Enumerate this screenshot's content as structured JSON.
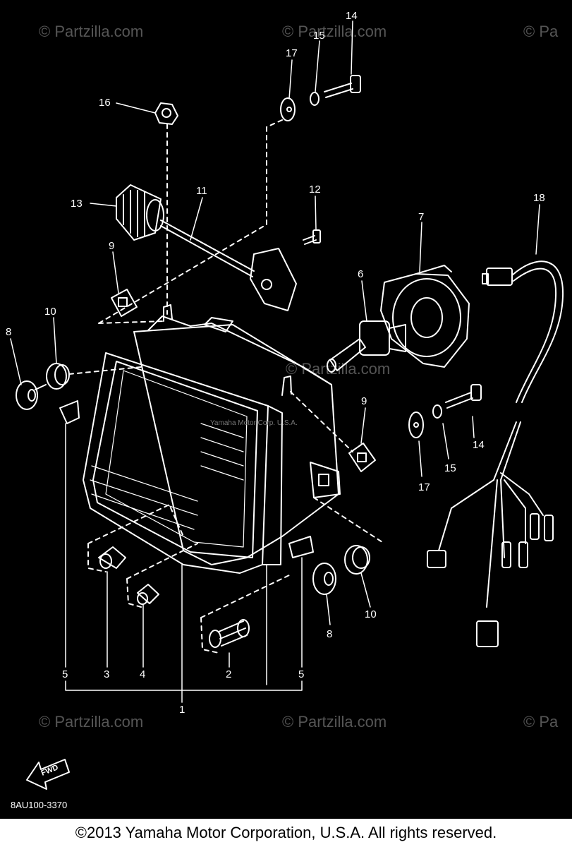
{
  "diagram": {
    "part_code": "8AU100-3370",
    "fwd_label": "FWD",
    "embossed_text": "Yamaha Motor Corp. U.S.A.",
    "watermarks": [
      "© Partzilla.com",
      "© Partzilla.com",
      "© Pa",
      "© Partzilla.com",
      "© Partzilla.com",
      "© Pa",
      "© Partzilla.com"
    ],
    "callouts": [
      "14",
      "15",
      "17",
      "16",
      "12",
      "11",
      "13",
      "18",
      "7",
      "9",
      "6",
      "10",
      "8",
      "9",
      "14",
      "15",
      "17",
      "10",
      "8",
      "5",
      "3",
      "4",
      "2",
      "5",
      "1"
    ]
  },
  "footer": {
    "copyright": "©2013 Yamaha Motor Corporation, U.S.A. All rights reserved."
  },
  "colors": {
    "background": "#000000",
    "line": "#ffffff",
    "footer_bg": "#ffffff"
  }
}
